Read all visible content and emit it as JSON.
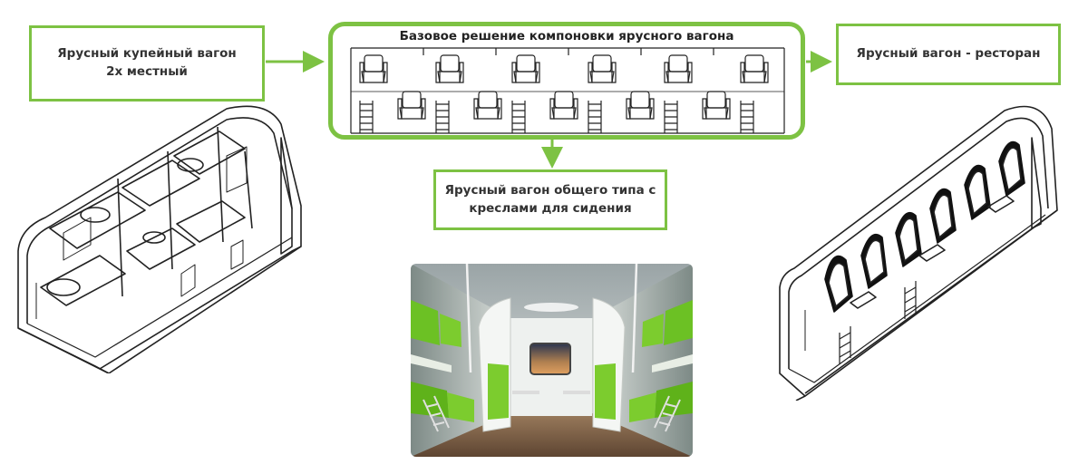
{
  "boxes": {
    "left": {
      "line1": "Ярусный купейный вагон",
      "line2": "2х местный"
    },
    "center": {
      "title": "Базовое решение компоновки ярусного вагона"
    },
    "right": {
      "label": "Ярусный вагон - ресторан"
    },
    "bottom": {
      "line1": "Ярусный вагон общего типа с",
      "line2": "креслами для сидения"
    }
  },
  "colors": {
    "accent": "#7dc243",
    "line": "#222222",
    "seat_green": "#7ccc2e"
  }
}
